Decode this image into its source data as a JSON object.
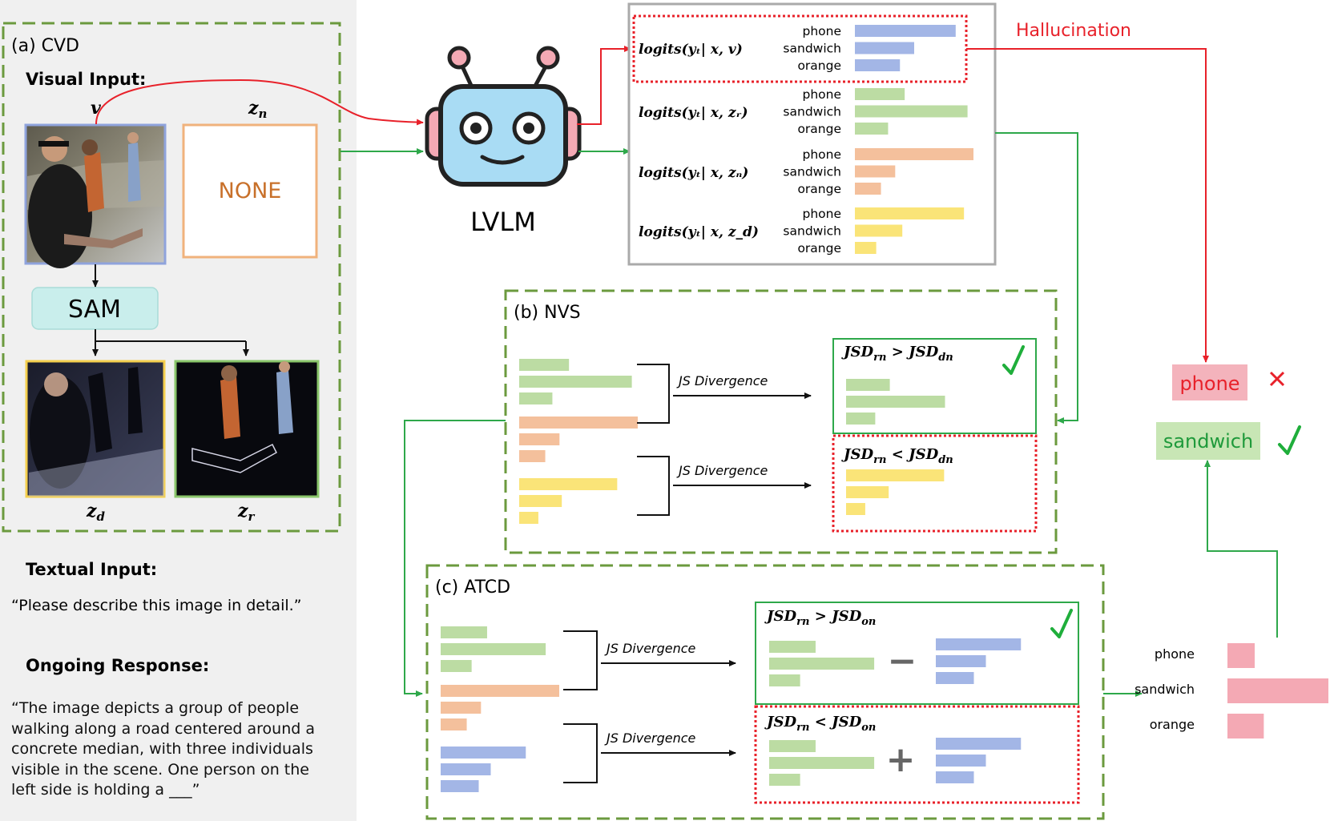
{
  "cvd": {
    "title": "(a) CVD",
    "visual_input_label": "Visual Input:",
    "v_label": "v",
    "zn_label": "z",
    "zn_sub": "n",
    "none_text": "NONE",
    "sam_label": "SAM",
    "zd_label": "z",
    "zd_sub": "d",
    "zr_label": "z",
    "zr_sub": "r"
  },
  "textual": {
    "label": "Textual Input:",
    "text": "“Please describe this image in detail.”"
  },
  "ongoing": {
    "label": "Ongoing Response:",
    "text": "“The image depicts a group of people walking along a road centered around a concrete median, with three individuals visible in the scene. One person on the left side is holding a ___”"
  },
  "model": {
    "label": "LVLM"
  },
  "logits_panel": {
    "tokens": [
      "phone",
      "sandwich",
      "orange"
    ],
    "rows": [
      {
        "label": "logits(yₜ| x, v)",
        "values": [
          0.85,
          0.5,
          0.38
        ],
        "color": "#a3b6e6"
      },
      {
        "label": "logits(yₜ| x, zᵣ)",
        "values": [
          0.42,
          0.95,
          0.28
        ],
        "color": "#bcdca3"
      },
      {
        "label": "logits(yₜ| x, zₙ)",
        "values": [
          1.0,
          0.34,
          0.22
        ],
        "color": "#f4c09c"
      },
      {
        "label": "logits(yₜ| x, z_d)",
        "values": [
          0.92,
          0.4,
          0.18
        ],
        "color": "#fae478"
      }
    ]
  },
  "hallucination": "Hallucination",
  "nvs": {
    "title": "(b) NVS",
    "js1": "JS Divergence",
    "js2": "JS Divergence",
    "cond_true": "JSD_rn > JSD_dn",
    "cond_false": "JSD_rn < JSD_dn"
  },
  "atcd": {
    "title": "(c) ATCD",
    "js1": "JS Divergence",
    "js2": "JS Divergence",
    "cond_true": "JSD_rn > JSD_on",
    "cond_false": "JSD_rn < JSD_on",
    "minus": "−",
    "plus": "+"
  },
  "outputs": {
    "wrong": "phone",
    "right": "sandwich",
    "final_tokens": [
      "phone",
      "sandwich",
      "orange"
    ],
    "final_values": [
      0.27,
      1.0,
      0.36
    ]
  },
  "colors": {
    "green_dash": "#6b9a3e",
    "green_line": "#2ea84a",
    "red": "#e8212a",
    "blue_bar": "#a3b6e6",
    "green_bar": "#bcdca3",
    "orange_bar": "#f4c09c",
    "yellow_bar": "#fae478",
    "pink_bar": "#f4a9b4",
    "check": "#1fae3b",
    "cross": "#e8212a"
  }
}
